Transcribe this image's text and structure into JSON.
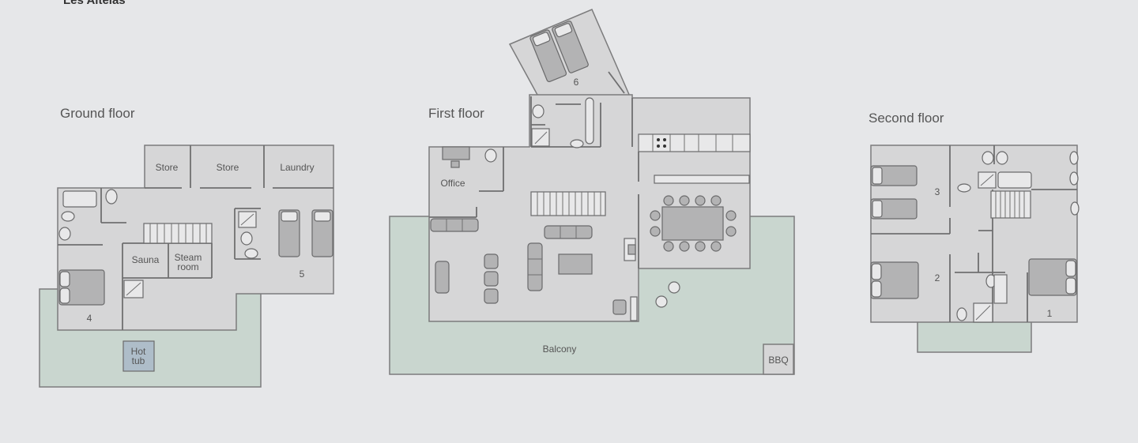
{
  "page": {
    "title": "Les Alteias"
  },
  "floors": {
    "ground": {
      "title": "Ground floor",
      "rooms": {
        "store1": "Store",
        "store2": "Store",
        "laundry": "Laundry",
        "sauna": "Sauna",
        "steam1": "Steam",
        "steam2": "room",
        "hot1": "Hot",
        "hot2": "tub",
        "bed4": "4",
        "bed5": "5"
      }
    },
    "first": {
      "title": "First floor",
      "rooms": {
        "office": "Office",
        "balcony": "Balcony",
        "bbq": "BBQ",
        "bed6": "6"
      }
    },
    "second": {
      "title": "Second floor",
      "rooms": {
        "bed1": "1",
        "bed2": "2",
        "bed3": "3"
      }
    }
  },
  "colors": {
    "background": "#e6e7e9",
    "room": "#d6d6d7",
    "outdoor": "#c9d6cf",
    "wall": "#7c7c7d",
    "furniture": "#b3b3b4"
  }
}
